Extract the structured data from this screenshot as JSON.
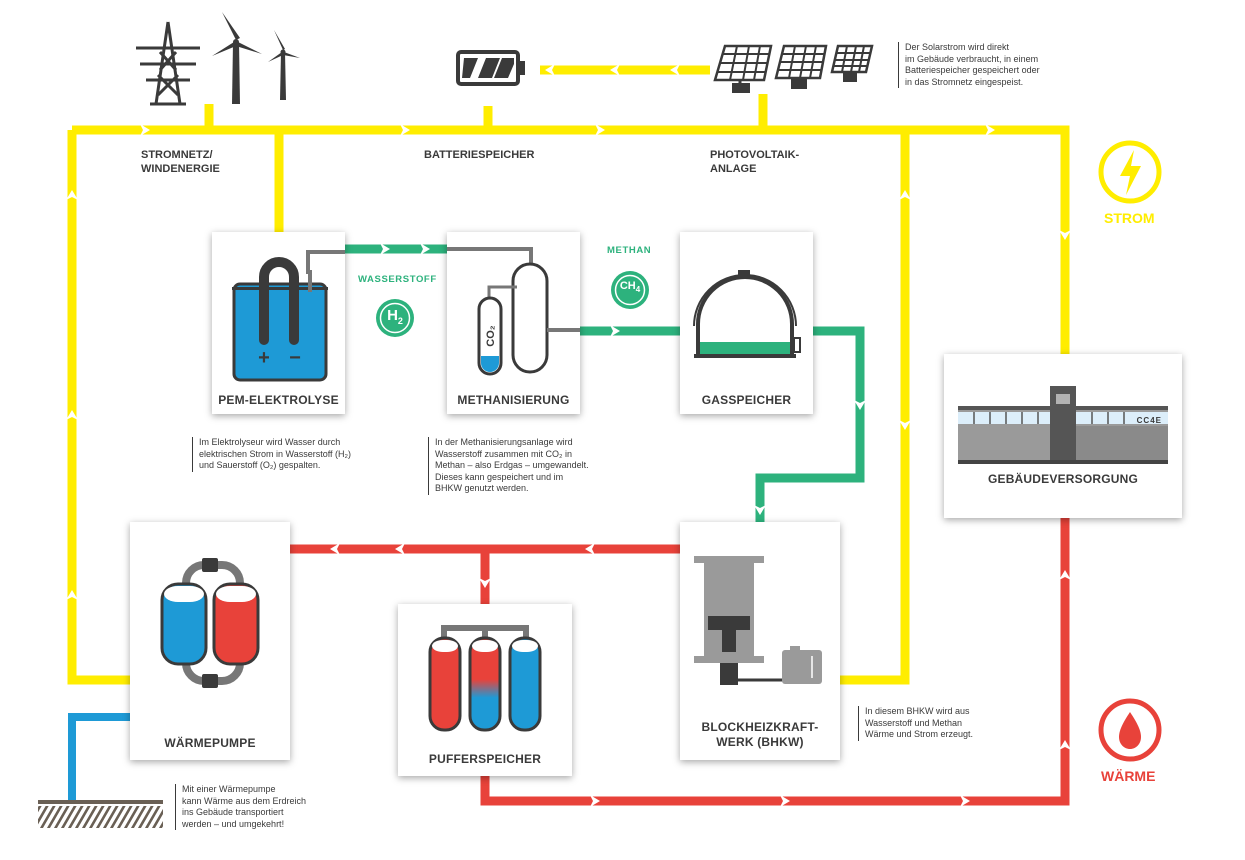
{
  "colors": {
    "strom": "#ffed00",
    "waerme": "#e8423a",
    "gas": "#2db27d",
    "water": "#1e9ad6",
    "dark": "#3a3a3a"
  },
  "sections": {
    "stromnetz": [
      "STROMNETZ/",
      "WINDENERGIE"
    ],
    "batterie": "BATTERIESPEICHER",
    "photovoltaik": [
      "PHOTOVOLTAIK-",
      "ANLAGE"
    ]
  },
  "solar_note": [
    "Der Solarstrom wird direkt",
    "im Gebäude verbraucht, in einem",
    "Batteriespeicher gespeichert oder",
    "in das Stromnetz eingespeist."
  ],
  "cards": {
    "pem": "PEM-ELEKTROLYSE",
    "methanisierung": "METHANISIERUNG",
    "gasspeicher": "GASSPEICHER",
    "gebaeude": "GEBÄUDEVERSORGUNG",
    "waermepumpe": "WÄRMEPUMPE",
    "pufferspeicher": "PUFFERSPEICHER",
    "bhkw": [
      "BLOCKHEIZKRAFT-",
      "WERK (BHKW)"
    ]
  },
  "flows": {
    "wasserstoff": "WASSERSTOFF",
    "methan": "METHAN",
    "h2_symbol": "H",
    "h2_sub": "2",
    "ch4_symbol": "CH",
    "ch4_sub": "4",
    "co2_label": "CO₂",
    "plus": "+",
    "minus": "−"
  },
  "notes": {
    "pem": [
      "Im Elektrolyseur wird Wasser durch",
      "elektrischen Strom in Wasserstoff (H₂)",
      "und Sauerstoff (O₂) gespalten."
    ],
    "methanisierung": [
      "In der Methanisierungsanlage wird",
      "Wasserstoff zusammen mit CO₂ in",
      "Methan – also Erdgas – umgewandelt.",
      "Dieses kann gespeichert und im",
      "BHKW genutzt werden."
    ],
    "bhkw": [
      "In diesem BHKW wird aus",
      "Wasserstoff und Methan",
      "Wärme und Strom erzeugt."
    ],
    "waermepumpe": [
      "Mit einer Wärmepumpe",
      "kann Wärme aus dem Erdreich",
      "ins Gebäude transportiert",
      "werden – und umgekehrt!"
    ]
  },
  "building_sign": "CC4E",
  "legend": {
    "strom": "STROM",
    "waerme": "WÄRME"
  }
}
